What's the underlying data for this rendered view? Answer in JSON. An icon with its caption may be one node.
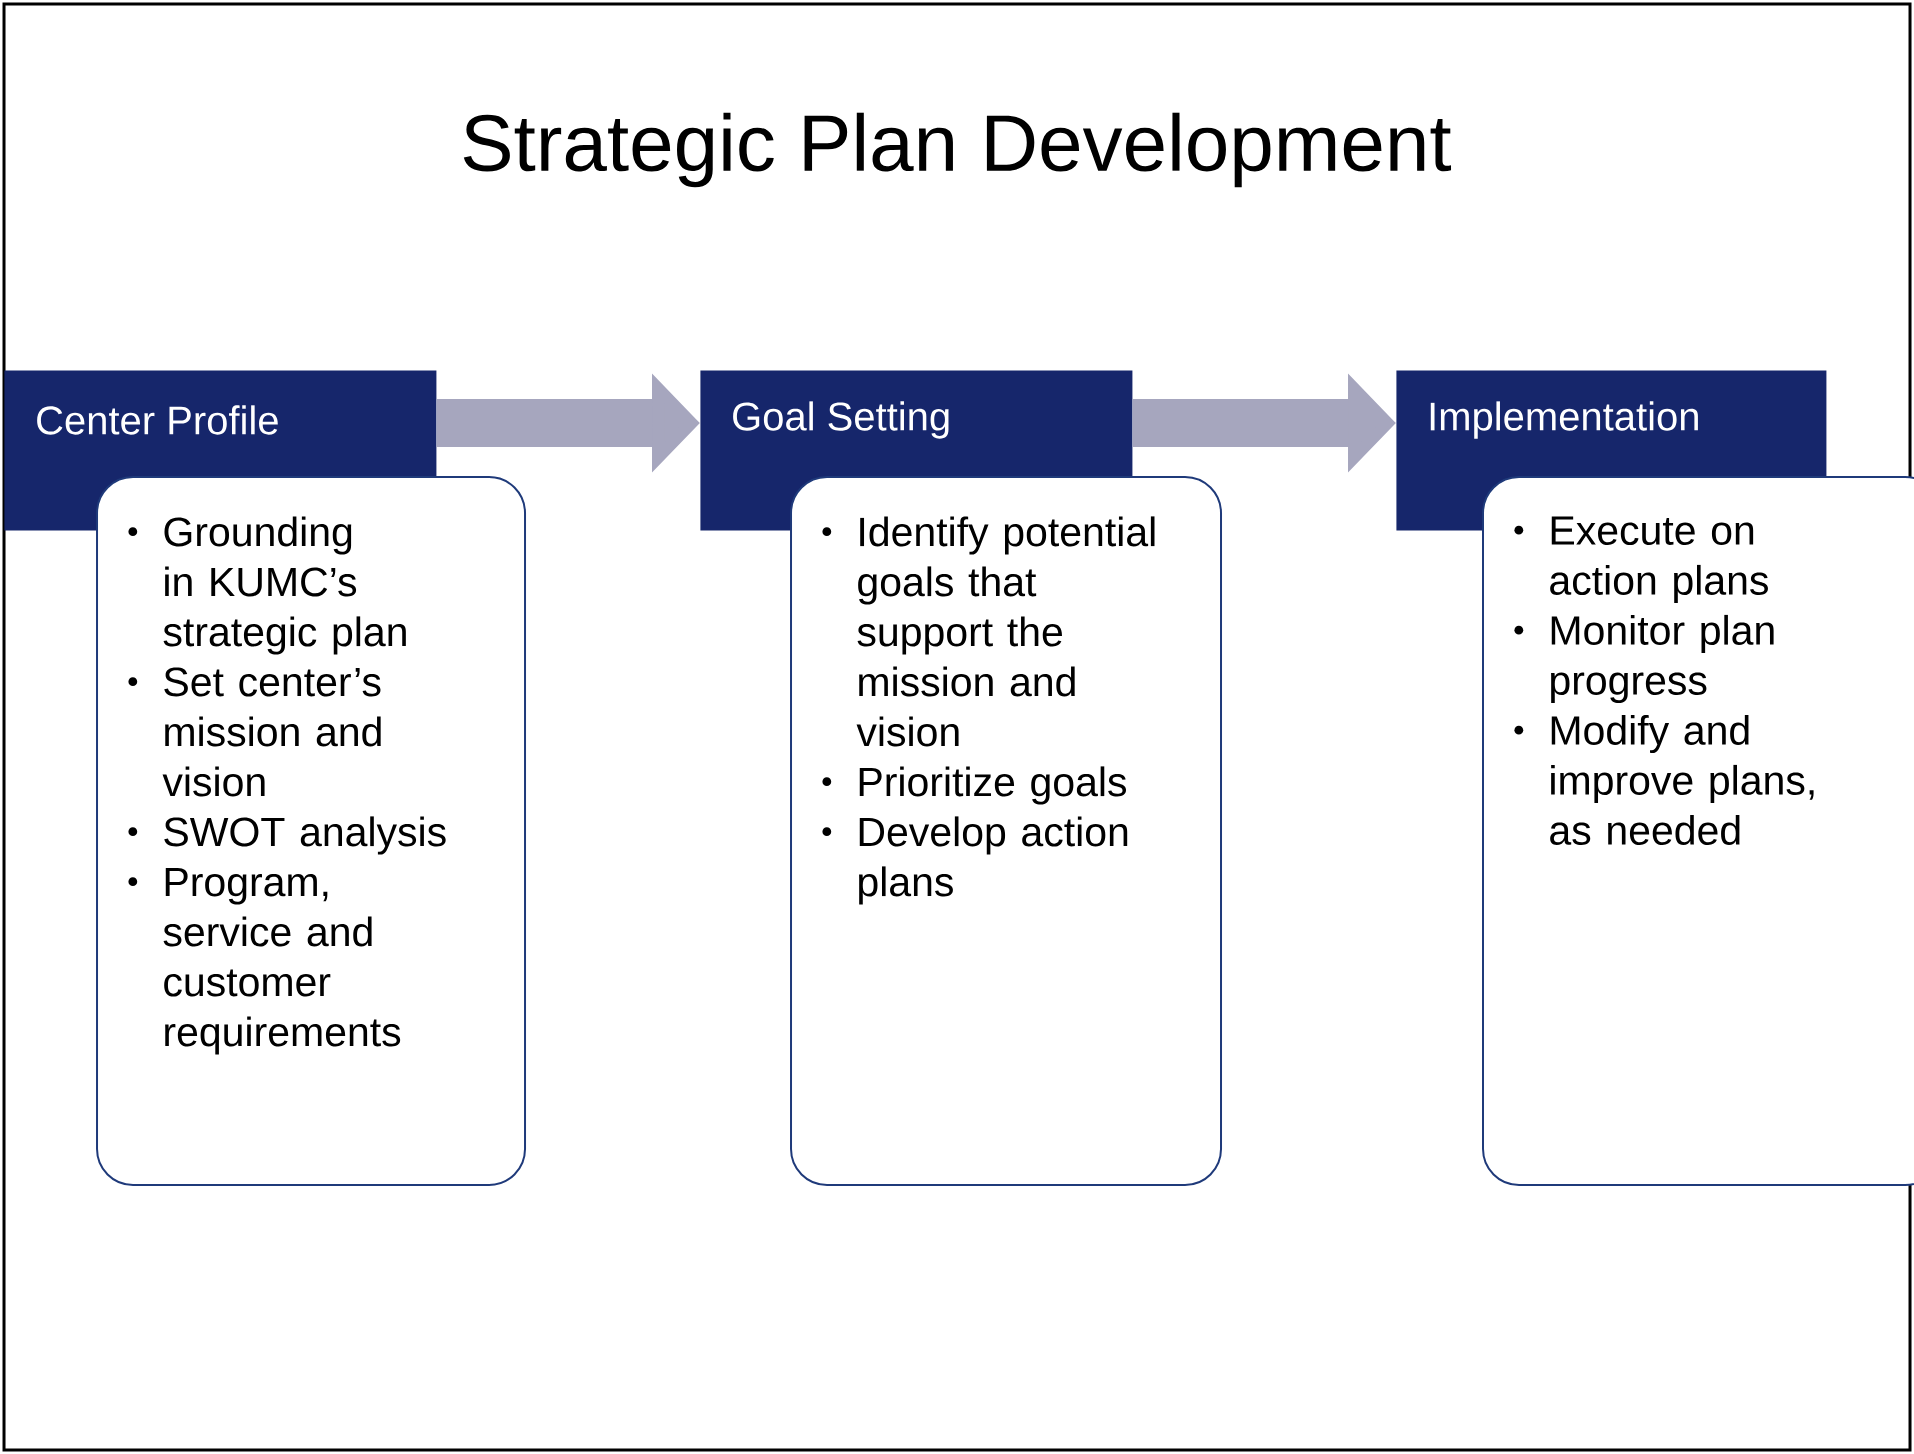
{
  "diagram": {
    "title": "Strategic Plan Development",
    "nodes": [
      {
        "text": [
          "Center Profile"
        ]
      },
      {
        "text": [
          "Grounding in KUMC’s strategic plan",
          "Set center’s mission and vision",
          "SWOT analysis",
          "Program, service and customer requirements"
        ]
      },
      {
        "text": [
          "Goal Setting"
        ]
      },
      {
        "text": [
          "Identify potential goals that support the mission and vision",
          "Prioritize goals",
          "Develop action plans"
        ]
      },
      {
        "text": [
          "Implementation"
        ]
      },
      {
        "text": [
          "Execute on action plans",
          "Monitor plan progress",
          "Modify and improve plans, as needed"
        ]
      }
    ],
    "edges": [
      {
        "from": 0,
        "to": 2,
        "arrow": "to"
      },
      {
        "from": 2,
        "to": 4,
        "arrow": "to"
      }
    ]
  }
}
